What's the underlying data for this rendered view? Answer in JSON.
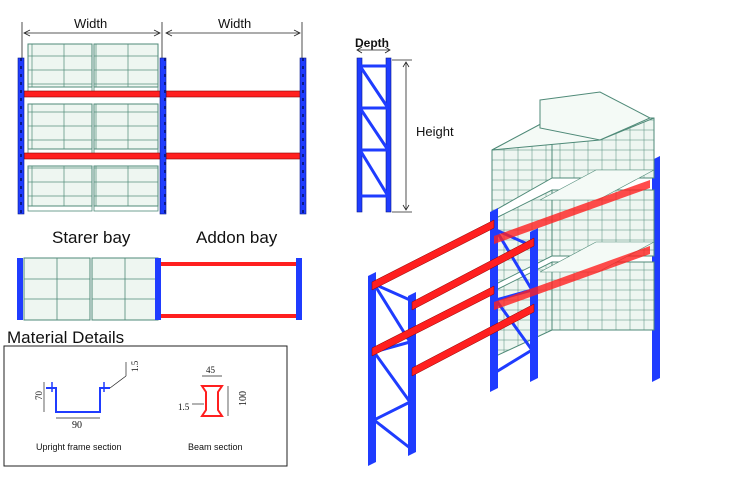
{
  "labels": {
    "width_left": "Width",
    "width_right": "Width",
    "depth": "Depth",
    "height": "Height",
    "starer_bay": "Starer bay",
    "addon_bay": "Addon bay",
    "material_details": "Material Details",
    "upright_caption": "Upright frame section",
    "beam_caption": "Beam section"
  },
  "dimensions": {
    "upright_height": "70",
    "upright_width": "90",
    "upright_thickness": "1.5",
    "beam_width": "45",
    "beam_height": "100",
    "beam_thickness": "1.5"
  },
  "colors": {
    "upright_blue": "#1f3cff",
    "beam_red": "#ff1f1f",
    "carton_green": "#4f8a78",
    "carton_fill": "#eef6f1",
    "line": "#222222"
  }
}
